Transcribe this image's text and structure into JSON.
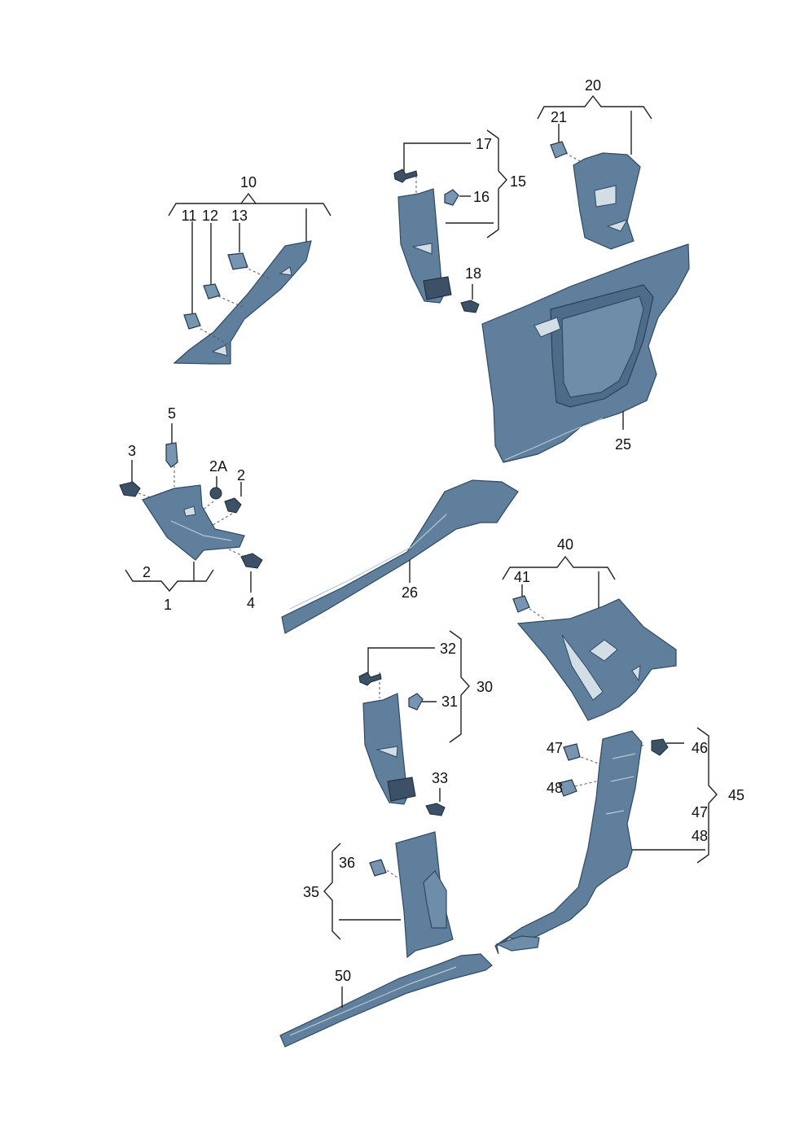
{
  "labels": {
    "l1": "1",
    "l2": "2",
    "l2a": "2A",
    "l2b": "2",
    "l3": "3",
    "l4": "4",
    "l5": "5",
    "l10": "10",
    "l11": "11",
    "l12": "12",
    "l13": "13",
    "l15": "15",
    "l16": "16",
    "l17": "17",
    "l18": "18",
    "l20": "20",
    "l21": "21",
    "l25": "25",
    "l26": "26",
    "l30": "30",
    "l31": "31",
    "l32": "32",
    "l33": "33",
    "l35": "35",
    "l36": "36",
    "l40": "40",
    "l41": "41",
    "l45": "45",
    "l46": "46",
    "l47": "47",
    "l48": "48",
    "l47b": "47",
    "l48b": "48",
    "l50": "50"
  }
}
